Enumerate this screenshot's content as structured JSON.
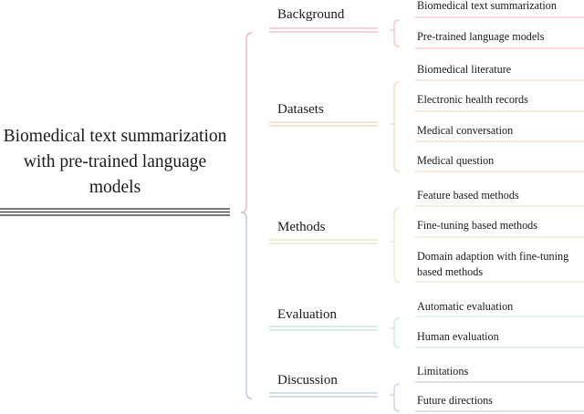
{
  "root": {
    "title": "Biomedical text summarization with pre-trained language models"
  },
  "branches": [
    {
      "label": "Background",
      "color": "#f4b6b6",
      "items": [
        "Biomedical text summarization",
        "Pre-trained language models"
      ]
    },
    {
      "label": "Datasets",
      "color": "#f8d1b0",
      "items": [
        "Biomedical literature",
        "Electronic health records",
        "Medical conversation",
        "Medical question"
      ]
    },
    {
      "label": "Methods",
      "color": "#dde7b8",
      "items": [
        "Feature based methods",
        "Fine-tuning based methods",
        "Domain adaption with fine-tuning based methods"
      ]
    },
    {
      "label": "Evaluation",
      "color": "#bfe4dc",
      "items": [
        "Automatic evaluation",
        "Human evaluation"
      ]
    },
    {
      "label": "Discussion",
      "color": "#b7c9e0",
      "items": [
        "Limitations",
        "Future directions"
      ]
    }
  ],
  "colors": {
    "root_line": "#4a4a4a",
    "upper_brace": "#f4b6b6",
    "lower_brace": "#b7c9e0"
  }
}
